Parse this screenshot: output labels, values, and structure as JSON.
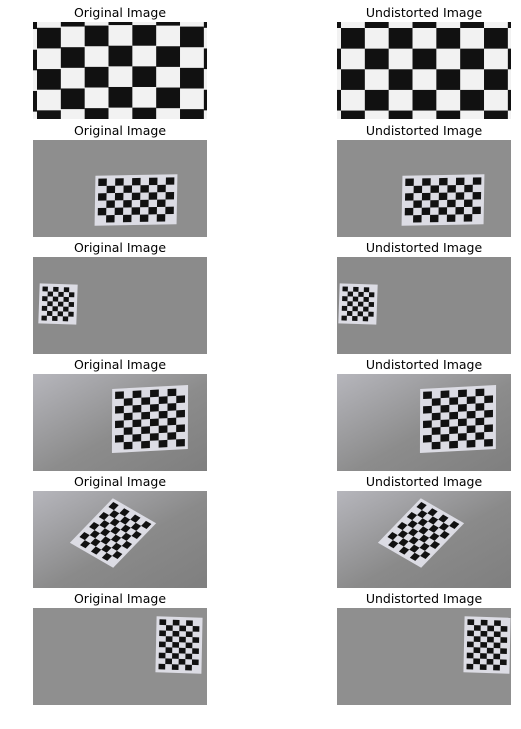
{
  "figure": {
    "rows": [
      {
        "left_title": "Original Image",
        "right_title": "Undistorted Image"
      },
      {
        "left_title": "Original Image",
        "right_title": "Undistorted Image"
      },
      {
        "left_title": "Original Image",
        "right_title": "Undistorted Image"
      },
      {
        "left_title": "Original Image",
        "right_title": "Undistorted Image"
      },
      {
        "left_title": "Original Image",
        "right_title": "Undistorted Image"
      },
      {
        "left_title": "Original Image",
        "right_title": "Undistorted Image"
      }
    ]
  },
  "colors": {
    "background": "#ffffff",
    "checker_dark": "#111111",
    "checker_light": "#f2f2f2",
    "wall_gray": "#8e8e8e",
    "paper": "#dcdce4"
  }
}
